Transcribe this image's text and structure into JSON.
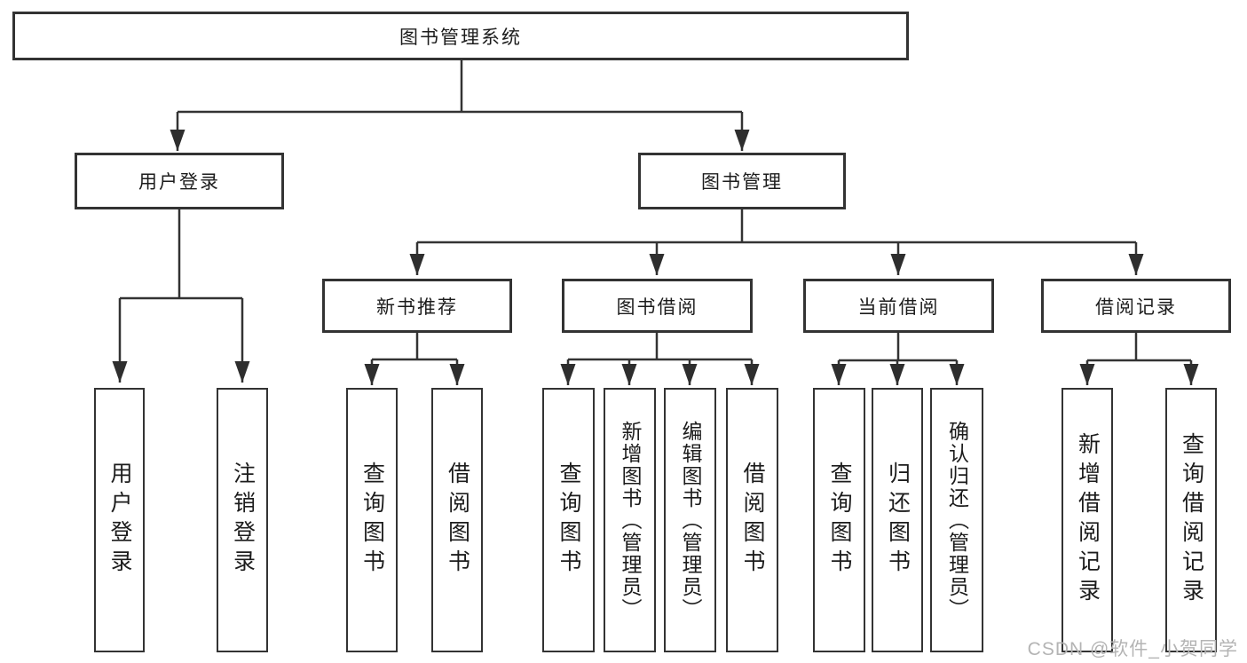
{
  "diagram_type": "hierarchy-tree",
  "colors": {
    "line": "#333333",
    "box_border": "#333333",
    "box_fill": "#ffffff",
    "text": "#1c1c1c",
    "watermark_text": "#b4b4b4",
    "background": "#ffffff"
  },
  "tree": {
    "label": "图书管理系统",
    "children": [
      {
        "label": "用户登录",
        "children": [
          {
            "label": "用户登录"
          },
          {
            "label": "注销登录"
          }
        ]
      },
      {
        "label": "图书管理",
        "children": [
          {
            "label": "新书推荐",
            "children": [
              {
                "label": "查询图书"
              },
              {
                "label": "借阅图书"
              }
            ]
          },
          {
            "label": "图书借阅",
            "children": [
              {
                "label": "查询图书"
              },
              {
                "label": "新增图书（管理员）"
              },
              {
                "label": "编辑图书（管理员）"
              },
              {
                "label": "借阅图书"
              }
            ]
          },
          {
            "label": "当前借阅",
            "children": [
              {
                "label": "查询图书"
              },
              {
                "label": "归还图书"
              },
              {
                "label": "确认归还（管理员）"
              }
            ]
          },
          {
            "label": "借阅记录",
            "children": [
              {
                "label": "新增借阅记录"
              },
              {
                "label": "查询借阅记录"
              }
            ]
          }
        ]
      }
    ]
  },
  "watermark": {
    "text": "CSDN @软件_小贺同学"
  }
}
